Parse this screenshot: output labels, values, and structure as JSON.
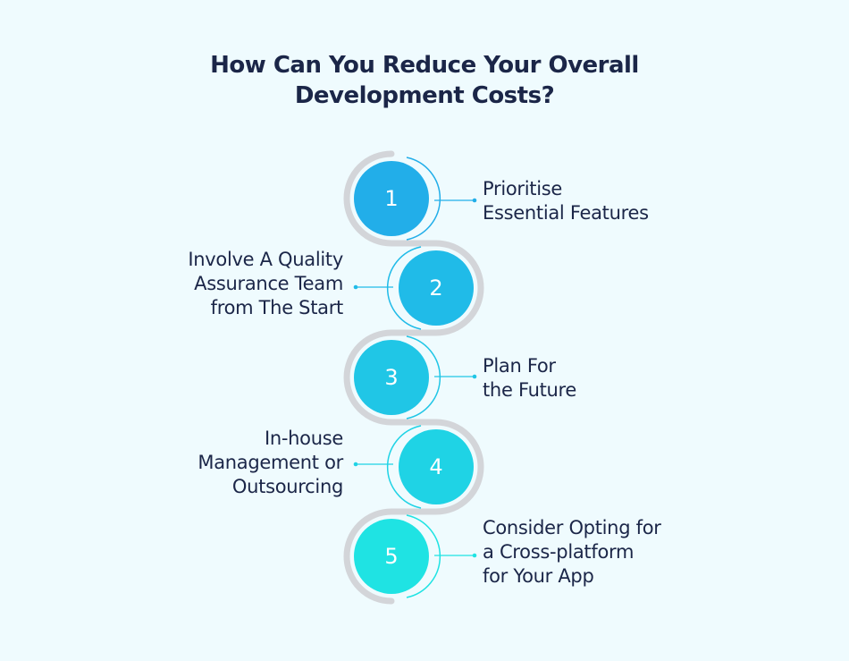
{
  "title": {
    "line1": "How Can You Reduce Your Overall",
    "line2": "Development Costs?"
  },
  "steps": [
    {
      "number": "1",
      "lines": [
        "Prioritise",
        "Essential Features"
      ],
      "side": "right",
      "color": "#22aee9"
    },
    {
      "number": "2",
      "lines": [
        "Involve A Quality",
        "Assurance Team",
        "from The Start"
      ],
      "side": "left",
      "color": "#20bbe8"
    },
    {
      "number": "3",
      "lines": [
        "Plan For",
        "the Future"
      ],
      "side": "right",
      "color": "#20c6e6"
    },
    {
      "number": "4",
      "lines": [
        "In-house",
        "Management or",
        "Outsourcing"
      ],
      "side": "left",
      "color": "#1fd3e5"
    },
    {
      "number": "5",
      "lines": [
        "Consider Opting for",
        "a Cross-platform",
        "for Your App"
      ],
      "side": "right",
      "color": "#1fe3e3"
    }
  ],
  "colors": {
    "background": "#effbfe",
    "text": "#1b2648",
    "track": "#d3d5d9"
  }
}
